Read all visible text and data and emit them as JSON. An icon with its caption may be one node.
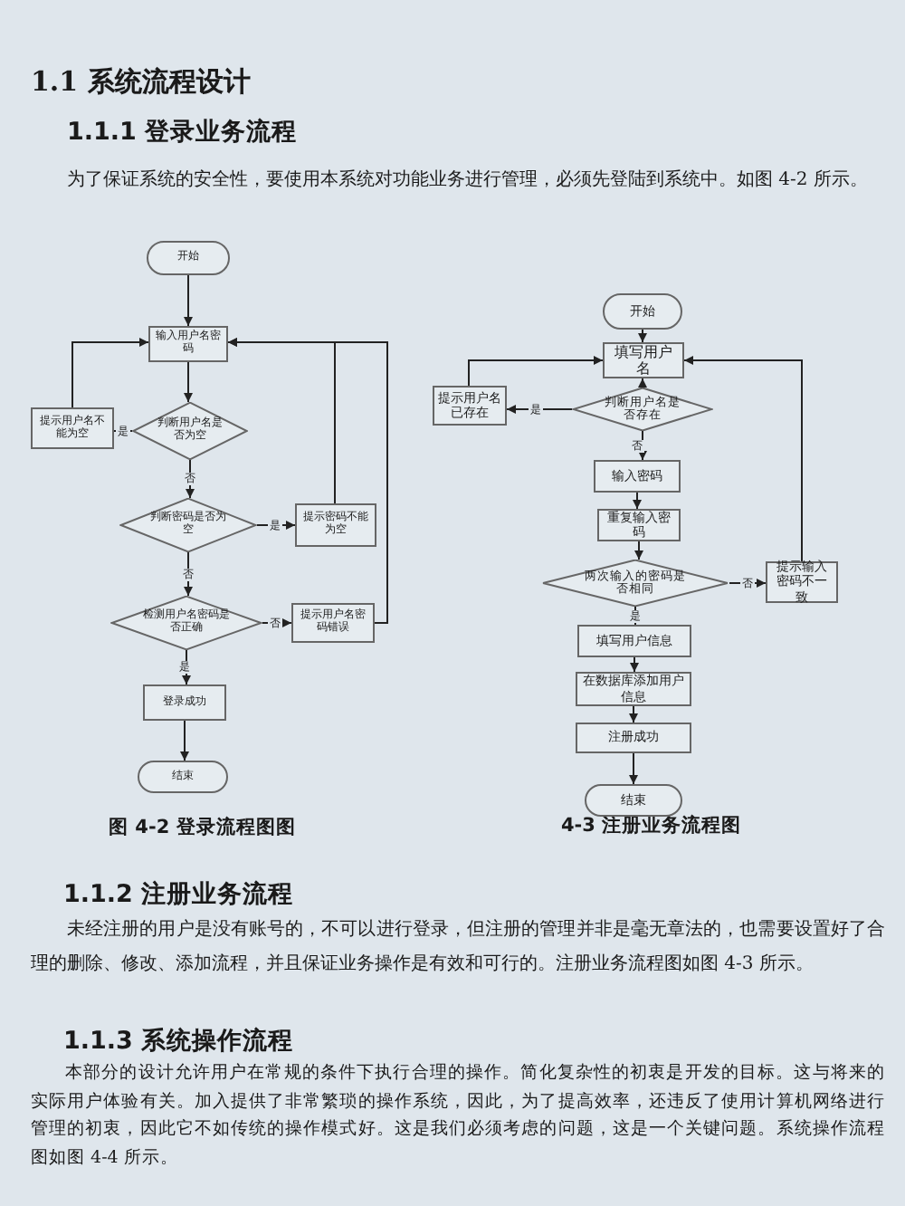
{
  "diagram": {
    "title": "1.1 系统流程设计",
    "nodes": [
      {
        "text": [
          "开始"
        ]
      },
      {
        "text": [
          "输入用户名密码"
        ]
      },
      {
        "text": [
          "提示用户名不能为空"
        ]
      },
      {
        "text": [
          "判断用户名是否为空"
        ]
      },
      {
        "text": [
          "判断密码是否为空"
        ]
      },
      {
        "text": [
          "提示密码不能为空"
        ]
      },
      {
        "text": [
          "检测用户名密码是否正确"
        ]
      },
      {
        "text": [
          "提示用户名密码错误"
        ]
      },
      {
        "text": [
          "登录成功"
        ]
      },
      {
        "text": [
          "结束"
        ]
      },
      {
        "text": [
          "开始"
        ]
      },
      {
        "text": [
          "填写用户名"
        ]
      },
      {
        "text": [
          "提示用户名已存在"
        ]
      },
      {
        "text": [
          "判断用户名是否存在"
        ]
      },
      {
        "text": [
          "输入密码"
        ]
      },
      {
        "text": [
          "重复输入密码"
        ]
      },
      {
        "text": [
          "两次输入的密码是否相同"
        ]
      },
      {
        "text": [
          "提示输入密码不一致"
        ]
      },
      {
        "text": [
          "填写用户信息"
        ]
      },
      {
        "text": [
          "在数据库添加用户信息"
        ]
      },
      {
        "text": [
          "注册成功"
        ]
      },
      {
        "text": [
          "结束"
        ]
      }
    ],
    "edges": [
      {
        "from": 0,
        "to": 1,
        "arrow": "to"
      },
      {
        "from": 1,
        "to": 3,
        "arrow": "to"
      },
      {
        "from": 3,
        "to": 2,
        "arrow": "to",
        "label": "是"
      },
      {
        "from": 2,
        "to": 1,
        "arrow": "to"
      },
      {
        "from": 3,
        "to": 4,
        "arrow": "to",
        "label": "否"
      },
      {
        "from": 4,
        "to": 5,
        "arrow": "to",
        "label": "是"
      },
      {
        "from": 5,
        "to": 1,
        "arrow": "to"
      },
      {
        "from": 4,
        "to": 6,
        "arrow": "to",
        "label": "否"
      },
      {
        "from": 6,
        "to": 7,
        "arrow": "to",
        "label": "否"
      },
      {
        "from": 7,
        "to": 1,
        "arrow": "to"
      },
      {
        "from": 6,
        "to": 8,
        "arrow": "to",
        "label": "是"
      },
      {
        "from": 8,
        "to": 9,
        "arrow": "to"
      },
      {
        "from": 10,
        "to": 11,
        "arrow": "to"
      },
      {
        "from": 13,
        "to": 11,
        "arrow": "to"
      },
      {
        "from": 13,
        "to": 12,
        "arrow": "to",
        "label": "是"
      },
      {
        "from": 12,
        "to": 11,
        "arrow": "to"
      },
      {
        "from": 13,
        "to": 14,
        "arrow": "to",
        "label": "否"
      },
      {
        "from": 14,
        "to": 15,
        "arrow": "to"
      },
      {
        "from": 15,
        "to": 16,
        "arrow": "to"
      },
      {
        "from": 16,
        "to": 17,
        "arrow": "to",
        "label": "否"
      },
      {
        "from": 17,
        "to": 11,
        "arrow": "to"
      },
      {
        "from": 16,
        "to": 18,
        "arrow": "to",
        "label": "是"
      },
      {
        "from": 18,
        "to": 19,
        "arrow": "to"
      },
      {
        "from": 19,
        "to": 20,
        "arrow": "to"
      },
      {
        "from": 20,
        "to": 21,
        "arrow": "to"
      }
    ],
    "labels": [
      "1.1.1 登录业务流程",
      "为了保证系统的安全性，要使用本系统对功能业务进行管理，必须先登陆到系统中。如图 4-2 所示。",
      "图 4-2 登录流程图图",
      "4-3 注册业务流程图",
      "1.1.2 注册业务流程",
      "未经注册的用户是没有账号的，不可以进行登录，但注册的管理并非是毫无章法的，也需要设置好了合理的删除、修改、添加流程，并且保证业务操作是有效和可行的。注册业务流程图如图 4-3 所示。",
      "1.1.3 系统操作流程",
      "本部分的设计允许用户在常规的条件下执行合理的操作。简化复杂性的初衷是开发的目标。这与将来的实际用户体验有关。加入提供了非常繁琐的操作系统，因此，为了提高效率，还违反了使用计算机网络进行管理的初衷，因此它不如传统的操作模式好。这是我们必须考虑的问题，这是一个关键问题。系统操作流程图如图 4-4 所示。"
    ]
  }
}
